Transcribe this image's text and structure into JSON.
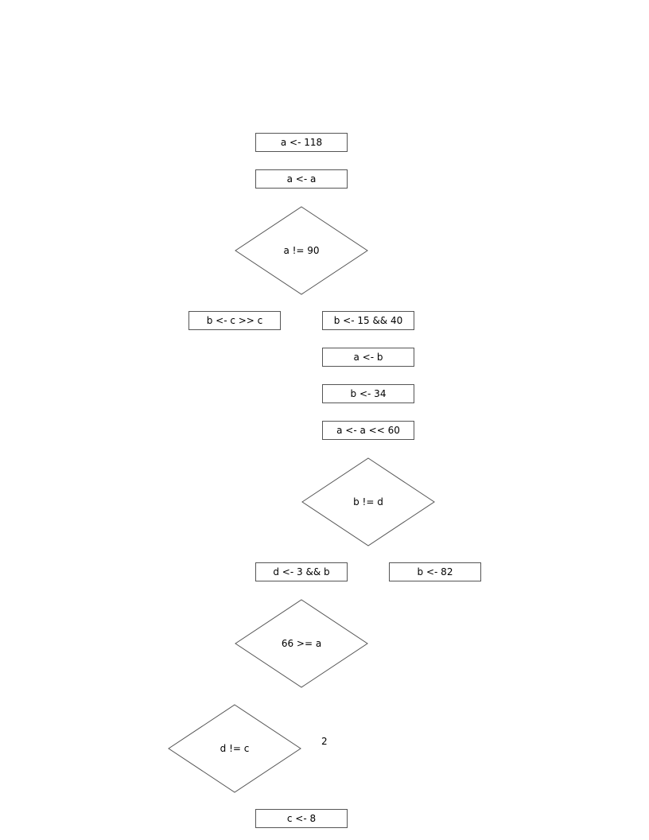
{
  "flowchart": {
    "boxes": {
      "a_assign_118": "a <- 118",
      "a_assign_a": "a <- a",
      "b_assign_c_shift_c": "b <- c >> c",
      "b_assign_15_and_40": "b <- 15 && 40",
      "a_assign_b": "a <- b",
      "b_assign_34": "b <- 34",
      "a_assign_a_shift_60": "a <- a << 60",
      "d_assign_3_and_b": "d <- 3 && b",
      "b_assign_82": "b <- 82",
      "c_assign_8": "c <- 8"
    },
    "decisions": {
      "a_ne_90": "a != 90",
      "b_ne_d": "b != d",
      "66_ge_a": "66 >= a",
      "d_ne_c": "d != c"
    },
    "labels": {
      "two": "2"
    },
    "colors": {
      "stroke": "#555555",
      "fill": "#ffffff",
      "text": "#000000"
    }
  }
}
